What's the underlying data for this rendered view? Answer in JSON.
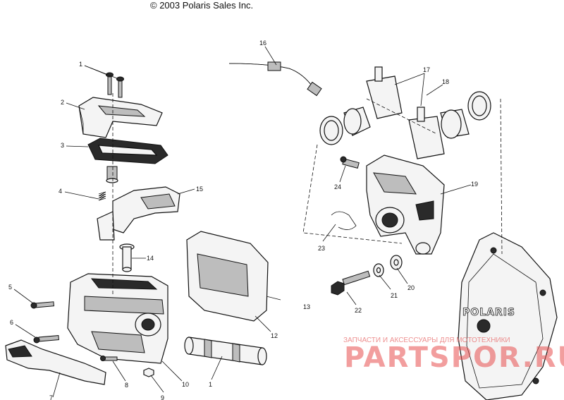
{
  "copyright": "© 2003 Polaris Sales Inc.",
  "callouts": [
    {
      "id": "c1a",
      "text": "1"
    },
    {
      "id": "c2",
      "text": "2"
    },
    {
      "id": "c3",
      "text": "3"
    },
    {
      "id": "c4",
      "text": "4"
    },
    {
      "id": "c5",
      "text": "5"
    },
    {
      "id": "c6",
      "text": "6"
    },
    {
      "id": "c7",
      "text": "7"
    },
    {
      "id": "c8",
      "text": "8"
    },
    {
      "id": "c9",
      "text": "9"
    },
    {
      "id": "c10",
      "text": "10"
    },
    {
      "id": "c1b",
      "text": "1"
    },
    {
      "id": "c12",
      "text": "12"
    },
    {
      "id": "c13",
      "text": "13"
    },
    {
      "id": "c14",
      "text": "14"
    },
    {
      "id": "c15",
      "text": "15"
    },
    {
      "id": "c16",
      "text": "16"
    },
    {
      "id": "c17",
      "text": "17"
    },
    {
      "id": "c18",
      "text": "18"
    },
    {
      "id": "c19",
      "text": "19"
    },
    {
      "id": "c20",
      "text": "20"
    },
    {
      "id": "c21",
      "text": "21"
    },
    {
      "id": "c22",
      "text": "22"
    },
    {
      "id": "c23",
      "text": "23"
    },
    {
      "id": "c24",
      "text": "24"
    }
  ],
  "cover_logo": "POLARIS",
  "watermark": {
    "tagline": "ЗАПЧАСТИ И АКСЕССУАРЫ ДЛЯ МОТОТЕХНИКИ",
    "brand": "PARTSPOR.RU"
  },
  "colors": {
    "line": "#111111",
    "watermark": "#e85050"
  }
}
